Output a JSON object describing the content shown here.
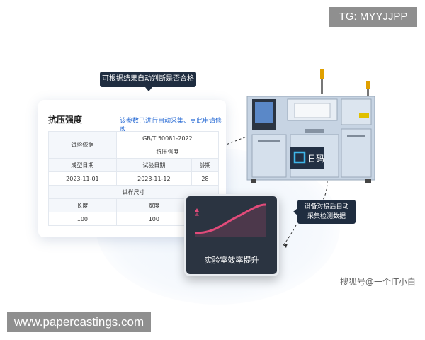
{
  "watermark_top": "TG: MYYJJPP",
  "watermark_bottom": "www.papercastings.com",
  "source_credit": "搜狐号@一个IT小白",
  "tooltip_top": "可根据结果自动判断是否合格",
  "card": {
    "title": "抗压强度",
    "link": "该参数已进行自动采集、点此申请修改",
    "table": {
      "label_basis": "试验依据",
      "standard": "GB/T 50081-2022",
      "test_item": "抗压强度",
      "col_forming_date": "成型日期",
      "col_test_date": "试验日期",
      "col_age": "龄期",
      "forming_date": "2023-11-01",
      "test_date": "2023-11-12",
      "age": "28",
      "label_size": "试样尺寸",
      "col_length": "长度",
      "col_width": "宽度",
      "length": "100",
      "width": "100"
    }
  },
  "screen_label": "实验室效率提升",
  "machine_brand": "日码",
  "callout_right": [
    "设备对接后自动",
    "采集检测数据"
  ]
}
